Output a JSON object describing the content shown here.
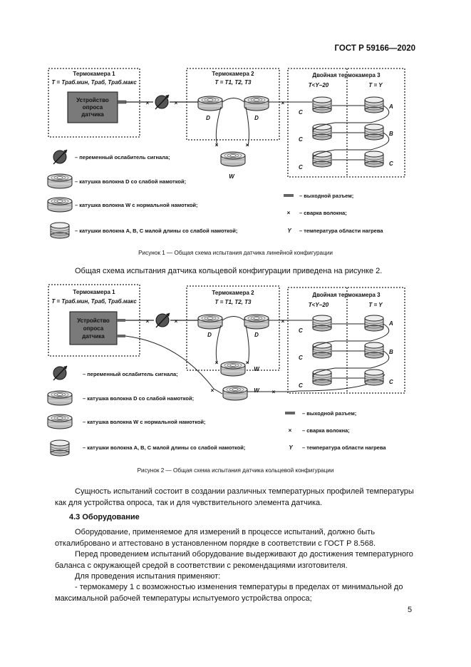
{
  "header": {
    "standard": "ГОСТ Р 59166—2020"
  },
  "figure1": {
    "thermo1_title": "Термокамера 1",
    "thermo1_temp": "T = Tраб.мин, Tраб, Tраб.макс",
    "device_label": [
      "Устройство",
      "опроса",
      "датчика"
    ],
    "thermo2_title": "Термокамера 2",
    "thermo2_temp": "T = T1, T2, T3",
    "thermo3_title": "Двойная термокамера 3",
    "thermo3_left": "T<Y−20",
    "thermo3_right": "T = Y",
    "coil_D": "D",
    "coil_W": "W",
    "coil_C": "C",
    "coil_A": "A",
    "coil_B": "B",
    "legend": {
      "attenuator": "– переменный ослабитель сигнала;",
      "coil_D": "– катушка волокна D со слабой намоткой;",
      "coil_W": "– катушка волокна W с нормальной намоткой;",
      "coil_ABC": "– катушки волокна A, B, C малой длины со слабой намоткой;",
      "connector": "– выходной разъем;",
      "splice": "– сварка волокна;",
      "Y": "– температура области нагрева",
      "splice_symbol": "×",
      "Y_symbol": "Y"
    },
    "caption": "Рисунок 1 — Общая схема испытания датчика линейной конфигурации"
  },
  "text1": "Общая схема испытания датчика кольцевой конфигурации приведена на рисунке 2.",
  "figure2": {
    "thermo1_title": "Термокамера 1",
    "thermo1_temp": "T = Tраб.мин, Tраб, Tраб.макс",
    "device_label": [
      "Устройство",
      "опроса",
      "датчика"
    ],
    "thermo2_title": "Термокамера 2",
    "thermo2_temp": "T = T1, T2, T3",
    "thermo3_title": "Двойная термокамера 3",
    "thermo3_left": "T<Y−20",
    "thermo3_right": "T = Y",
    "legend": {
      "attenuator": "– переменный ослабитель сигнала;",
      "coil_D": "– катушка волокна D со слабой намоткой;",
      "coil_W": "– катушка волокна W с нормальной намоткой;",
      "coil_ABC": "– катушки волокна A, B, C малой длины со слабой намоткой;",
      "connector": "– выходной разъем;",
      "splice": "– сварка волокна;",
      "Y": "– температура области нагрева"
    },
    "caption": "Рисунок 2 — Общая схема испытания датчика кольцевой конфигурации"
  },
  "body": {
    "para1": "Сущность испытаний состоит в создании различных температурных профилей температуры как для устройства опроса, так и для чувствительного элемента датчика.",
    "section_title": "4.3 Оборудование",
    "para2": "Оборудование, применяемое для измерений в процессе испытаний, должно быть откалибровано и аттестовано в установленном порядке в соответствии с ГОСТ Р 8.568.",
    "para3": "Перед проведением испытаний оборудование выдерживают до достижения температурного баланса с окружающей средой в соответствии с рекомендациями изготовителя.",
    "para4": "Для проведения испытания применяют:",
    "para5": "- термокамеру 1 с возможностью изменения температуры в пределах от минимальной до максимальной рабочей температуры испытуемого устройства опроса;"
  },
  "footer": {
    "page_number": "5"
  }
}
